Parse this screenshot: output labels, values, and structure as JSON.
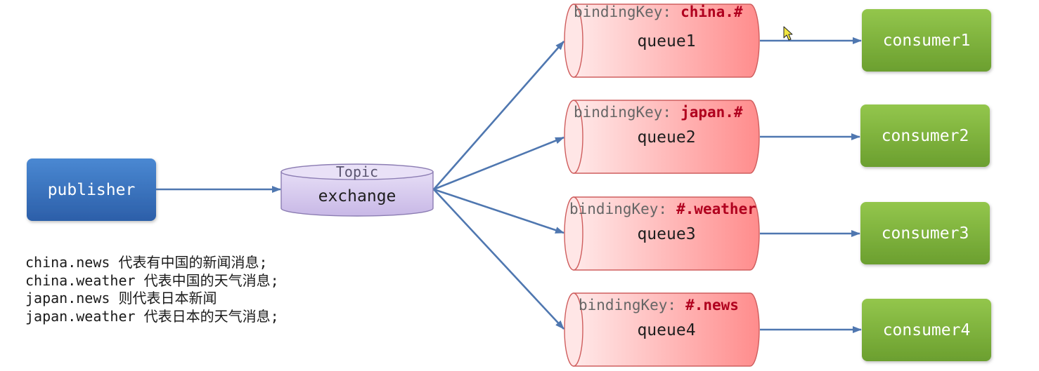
{
  "diagram": {
    "publisher": {
      "label": "publisher"
    },
    "exchange": {
      "type_label": "Topic",
      "label": "exchange"
    },
    "binding_prefix": "bindingKey:",
    "queues": [
      {
        "label": "queue1",
        "binding_key": "china.#"
      },
      {
        "label": "queue2",
        "binding_key": "japan.#"
      },
      {
        "label": "queue3",
        "binding_key": "#.weather"
      },
      {
        "label": "queue4",
        "binding_key": "#.news"
      }
    ],
    "consumers": [
      {
        "label": "consumer1"
      },
      {
        "label": "consumer2"
      },
      {
        "label": "consumer3"
      },
      {
        "label": "consumer4"
      }
    ]
  },
  "notes": [
    "china.news 代表有中国的新闻消息;",
    "china.weather 代表中国的天气消息;",
    "japan.news 则代表日本新闻",
    "japan.weather 代表日本的天气消息;"
  ],
  "icons": {
    "cursor": "mouse-pointer-icon"
  },
  "colors": {
    "publisher_top": "#4a88d2",
    "publisher_bottom": "#2c5fa9",
    "exchange_top": "#e6ddf6",
    "exchange_bottom": "#c8b8e6",
    "queue_left": "#ffe9e9",
    "queue_right": "#ff8c8c",
    "consumer_top": "#93c64c",
    "consumer_bottom": "#6b9f2f",
    "arrow": "#4f77b0",
    "binding_prefix": "#666666",
    "binding_key": "#b0001e"
  }
}
